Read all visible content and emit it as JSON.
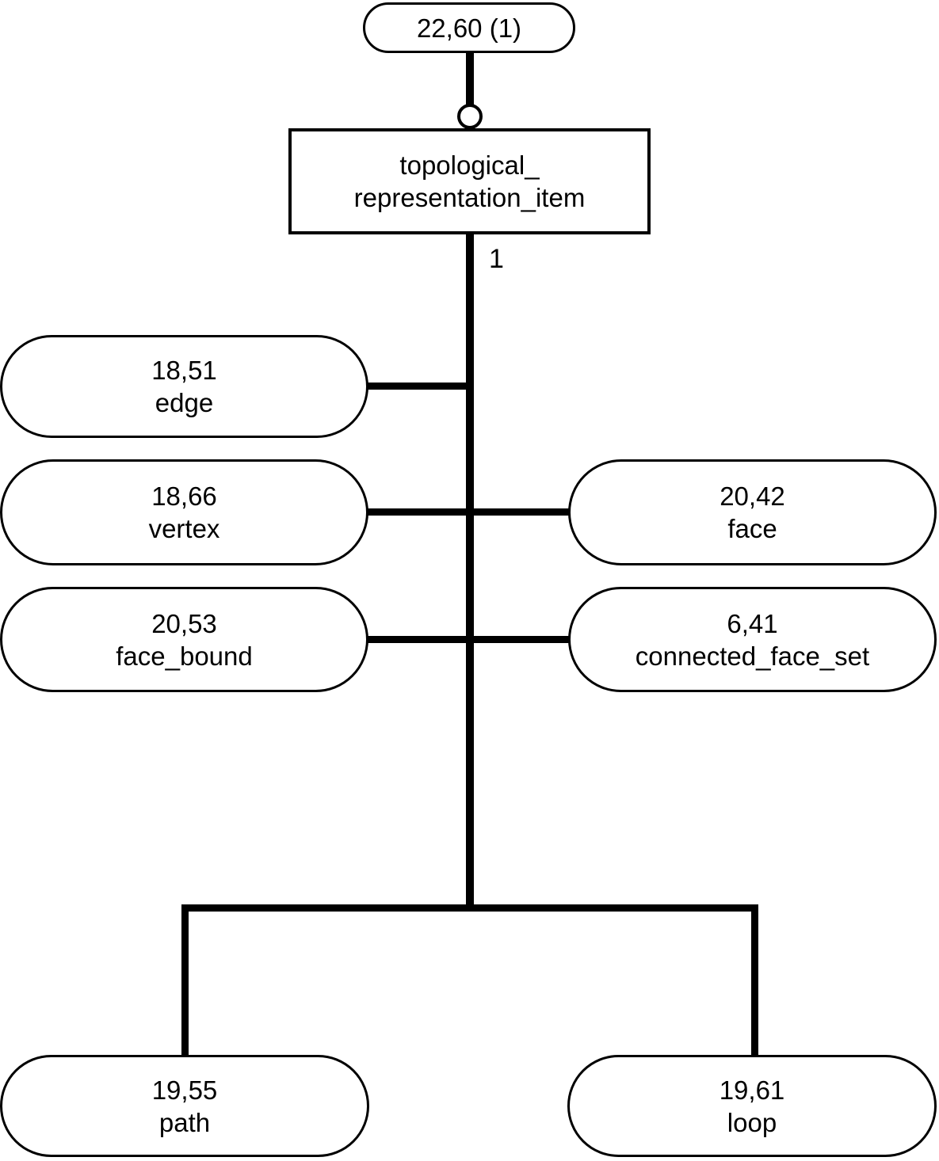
{
  "diagram": {
    "page_ref": "22,60 (1)",
    "supertype": {
      "name_line1": "topological_",
      "name_line2": "representation_item"
    },
    "cardinality": "1",
    "subtypes": {
      "edge": {
        "ref": "18,51",
        "name": "edge"
      },
      "vertex": {
        "ref": "18,66",
        "name": "vertex"
      },
      "face": {
        "ref": "20,42",
        "name": "face"
      },
      "face_bound": {
        "ref": "20,53",
        "name": "face_bound"
      },
      "connected_face_set": {
        "ref": "6,41",
        "name": "connected_face_set"
      },
      "path": {
        "ref": "19,55",
        "name": "path"
      },
      "loop": {
        "ref": "19,61",
        "name": "loop"
      }
    },
    "colors": {
      "ink": "#000000",
      "background": "#ffffff"
    }
  }
}
